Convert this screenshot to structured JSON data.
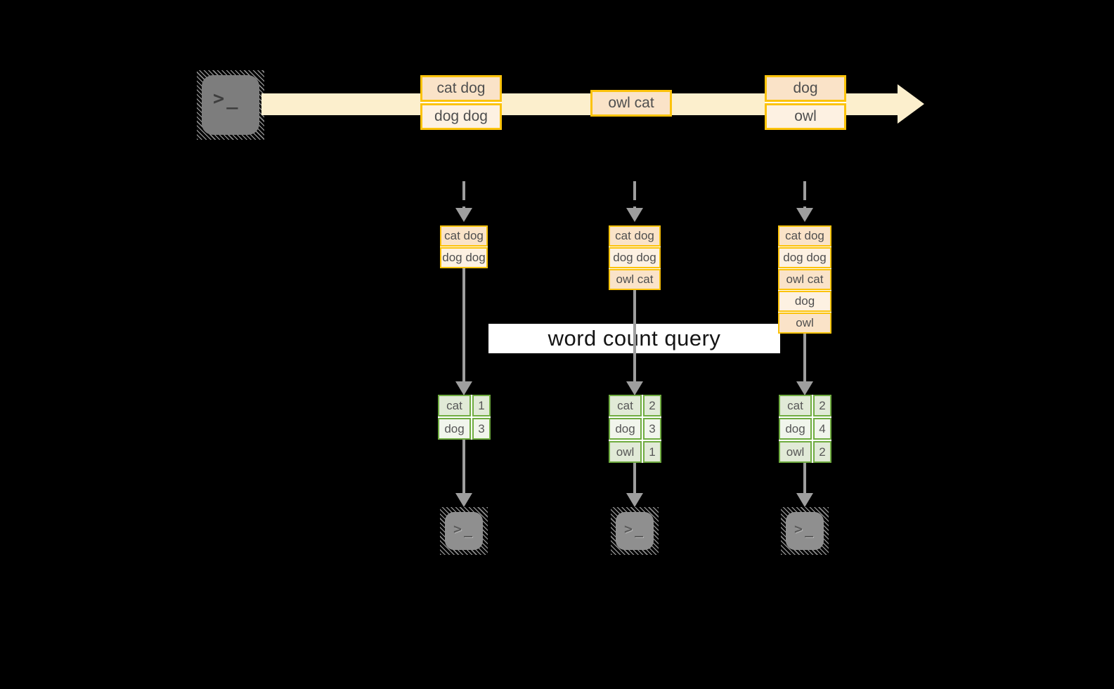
{
  "palette": {
    "background": "#000000",
    "stream_band": "#fcefcd",
    "message_border": "#fcc30b",
    "message_fill_dark": "#fae3c8",
    "message_fill_light": "#fdf1e2",
    "table_border": "#6fac40",
    "table_fill_dark": "#e1ead7",
    "table_fill_light": "#f1f5ec",
    "arrow_gray": "#9e9e9e",
    "terminal_gray": "#7d7d7d",
    "banner_background": "#ffffff"
  },
  "icons": {
    "terminal_glyph": ">_"
  },
  "stream": {
    "batches": [
      {
        "messages": [
          "cat dog",
          "dog dog"
        ]
      },
      {
        "messages": [
          "owl cat"
        ]
      },
      {
        "messages": [
          "dog",
          "owl"
        ]
      }
    ]
  },
  "query": {
    "label": "word count query"
  },
  "pipelines": [
    {
      "buffer": [
        "cat dog",
        "dog dog"
      ],
      "counts": [
        {
          "word": "cat",
          "count": "1"
        },
        {
          "word": "dog",
          "count": "3"
        }
      ]
    },
    {
      "buffer": [
        "cat dog",
        "dog dog",
        "owl cat"
      ],
      "counts": [
        {
          "word": "cat",
          "count": "2"
        },
        {
          "word": "dog",
          "count": "3"
        },
        {
          "word": "owl",
          "count": "1"
        }
      ]
    },
    {
      "buffer": [
        "cat dog",
        "dog dog",
        "owl cat",
        "dog",
        "owl"
      ],
      "counts": [
        {
          "word": "cat",
          "count": "2"
        },
        {
          "word": "dog",
          "count": "4"
        },
        {
          "word": "owl",
          "count": "2"
        }
      ]
    }
  ]
}
